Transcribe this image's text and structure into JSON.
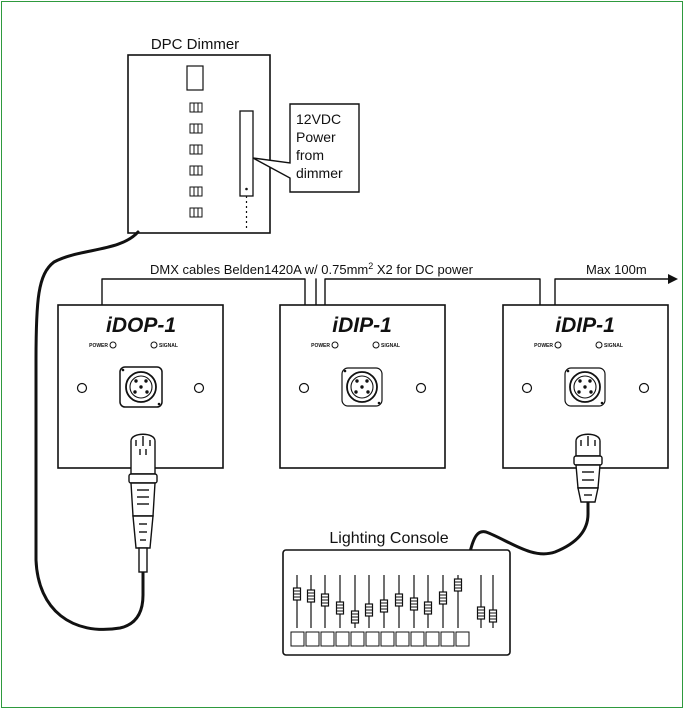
{
  "colors": {
    "border": "#2e9a3e",
    "ink": "#111111"
  },
  "dimmer": {
    "title": "DPC Dimmer"
  },
  "callout": {
    "lines": [
      "12VDC",
      "Power",
      "from",
      "dimmer"
    ]
  },
  "cable_label": {
    "text": "DMX cables Belden1420A w/ 0.75mm",
    "superscript": "2",
    "suffix": " X2 for DC power"
  },
  "max_label": "Max 100m",
  "panels": [
    {
      "prefix": "i",
      "model": "DOP-1",
      "power": "POWER",
      "signal": "SIGNAL"
    },
    {
      "prefix": "i",
      "model": "DIP-1",
      "power": "POWER",
      "signal": "SIGNAL"
    },
    {
      "prefix": "i",
      "model": "DIP-1",
      "power": "POWER",
      "signal": "SIGNAL"
    }
  ],
  "console": {
    "title": "Lighting Console"
  },
  "icons": [
    "xlr-socket-icon",
    "xlr-plug-icon",
    "fader-icon"
  ]
}
